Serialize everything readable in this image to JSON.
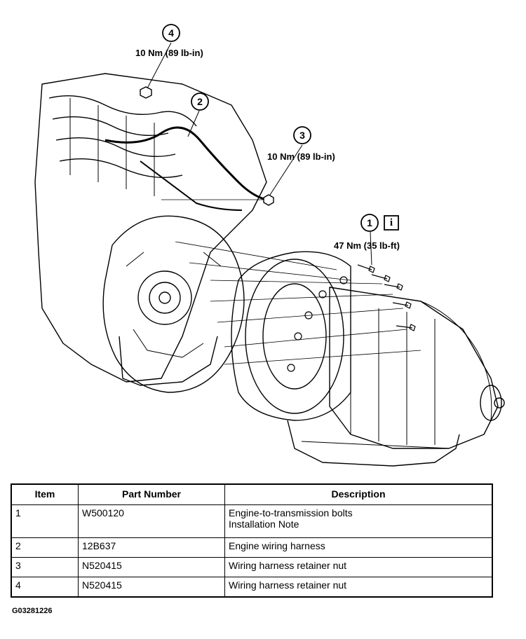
{
  "callouts": [
    {
      "number": "4",
      "torque": "10 Nm (89 lb-in)"
    },
    {
      "number": "2",
      "torque": ""
    },
    {
      "number": "3",
      "torque": "10 Nm (89 lb-in)"
    },
    {
      "number": "1",
      "torque": "47 Nm (35 lb-ft)",
      "info_icon": "info-box-icon",
      "info_glyph": "i"
    }
  ],
  "table": {
    "headers": [
      "Item",
      "Part Number",
      "Description"
    ],
    "rows": [
      {
        "item": "1",
        "part_number": "W500120",
        "description": [
          "Engine-to-transmission bolts",
          "Installation Note"
        ]
      },
      {
        "item": "2",
        "part_number": "12B637",
        "description": [
          "Engine wiring harness"
        ]
      },
      {
        "item": "3",
        "part_number": "N520415",
        "description": [
          "Wiring harness retainer nut"
        ]
      },
      {
        "item": "4",
        "part_number": "N520415",
        "description": [
          "Wiring harness retainer nut"
        ]
      }
    ]
  },
  "reference_code": "G03281226"
}
